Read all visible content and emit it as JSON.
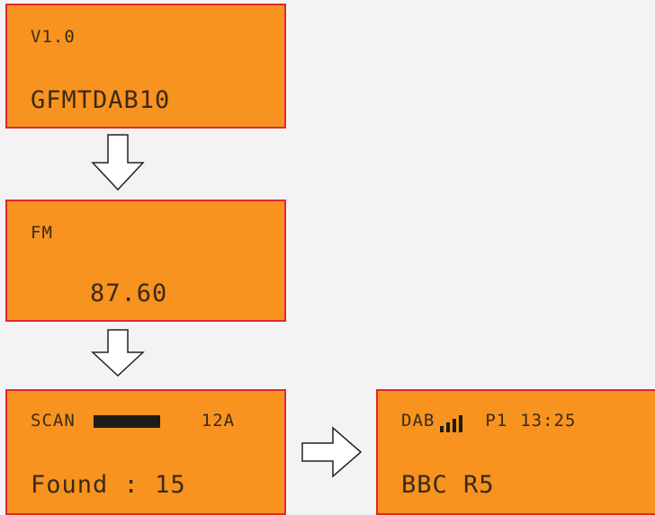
{
  "screens": {
    "version": {
      "top": "V1.0",
      "bottom": "GFMTDAB10"
    },
    "fm": {
      "top": "FM",
      "bottom": "87.60"
    },
    "scan": {
      "label": "SCAN",
      "channel": "12A",
      "found_label": "Found",
      "found_sep": ":",
      "found_value": "15"
    },
    "dab": {
      "label": "DAB",
      "preset": "P1",
      "time": "13:25",
      "station": "BBC R5",
      "signal_icon": "signal-strength-icon"
    }
  },
  "colors": {
    "screen_bg": "#f7931e",
    "screen_border": "#e3262e",
    "text": "#3a2a1a",
    "page_bg": "#f3f3f3"
  }
}
